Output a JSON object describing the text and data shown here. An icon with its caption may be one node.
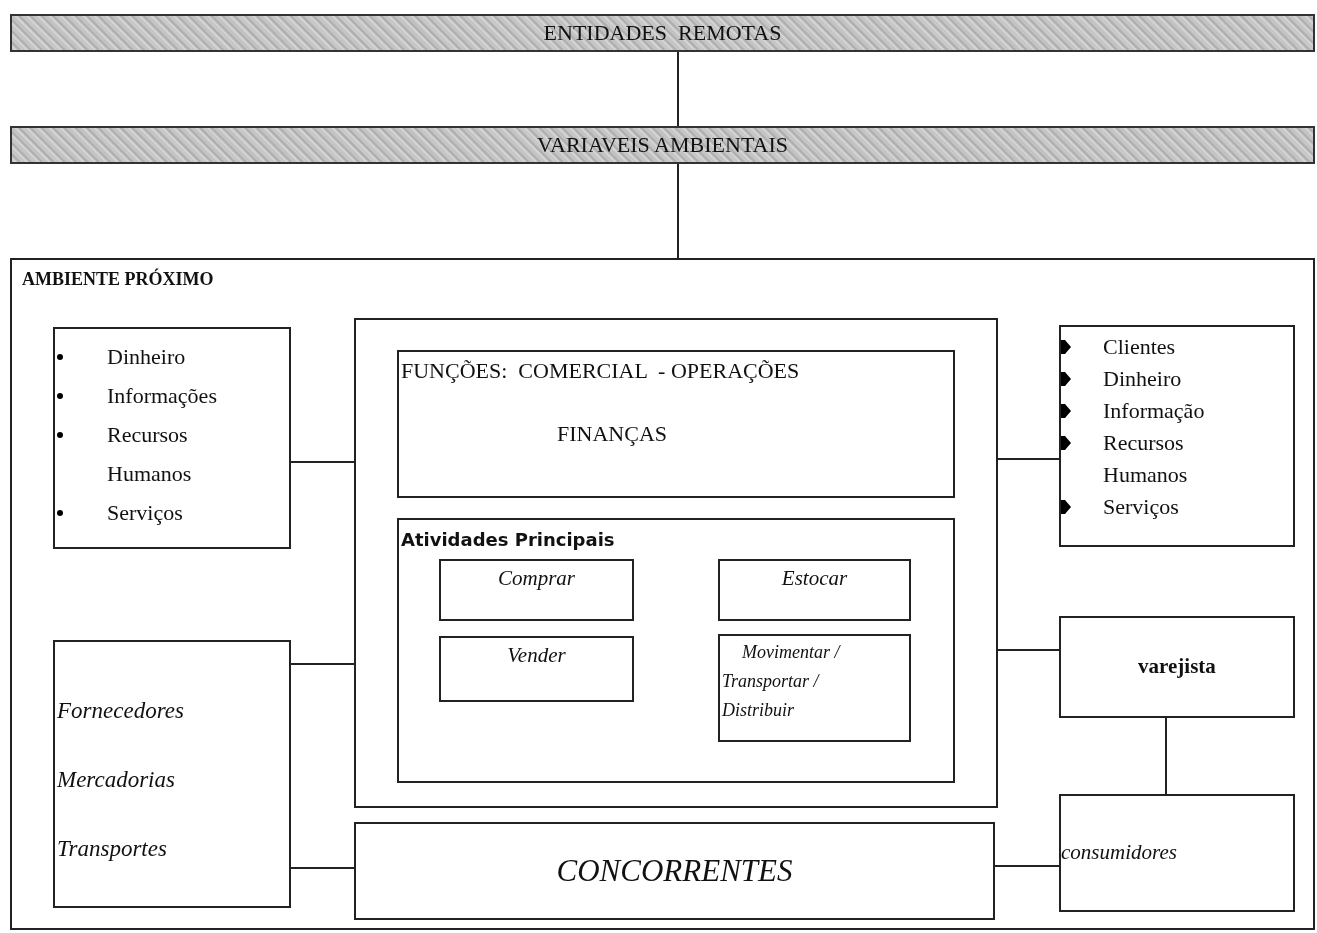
{
  "diagram": {
    "nodes": [
      {
        "text": [
          "ENTIDADES  REMOTAS"
        ]
      },
      {
        "text": [
          "VARIAVEIS AMBIENTAIS"
        ]
      },
      {
        "text": [
          "AMBIENTE PRÓXIMO"
        ]
      },
      {
        "text": [
          "Dinheiro",
          "Informações",
          "Recursos Humanos",
          "Serviços"
        ],
        "in": 2
      },
      {
        "text": [],
        "shape": "box",
        "in": 2
      },
      {
        "text": [
          "FUNÇÕES:  COMERCIAL  - OPERAÇÕES",
          "FINANÇAS"
        ],
        "in": 4
      },
      {
        "text": [
          "Atividades Principais"
        ],
        "in": 4
      },
      {
        "text": [
          "Comprar"
        ],
        "in": 6
      },
      {
        "text": [
          "Estocar"
        ],
        "in": 6
      },
      {
        "text": [
          "Vender"
        ],
        "in": 6
      },
      {
        "text": [
          "Movimentar / Transportar / Distribuir"
        ],
        "in": 6
      },
      {
        "text": [
          "Clientes",
          "Dinheiro",
          "Informação",
          "Recursos Humanos",
          "Serviços"
        ],
        "in": 2
      },
      {
        "text": [
          "Fornecedores",
          "Mercadorias",
          "Transportes"
        ],
        "in": 2
      },
      {
        "text": [
          "varejista"
        ],
        "in": 2
      },
      {
        "text": [
          "CONCORRENTES"
        ],
        "in": 2
      },
      {
        "text": [
          "consumidores"
        ],
        "in": 2
      }
    ],
    "edges": [
      {
        "from": 0,
        "to": 1,
        "arrow": "none"
      },
      {
        "from": 1,
        "to": 2,
        "arrow": "none"
      },
      {
        "from": 3,
        "to": 4,
        "arrow": "none"
      },
      {
        "from": 12,
        "to": 4,
        "arrow": "none"
      },
      {
        "from": 12,
        "to": 14,
        "arrow": "none"
      },
      {
        "from": 4,
        "to": 11,
        "arrow": "none"
      },
      {
        "from": 4,
        "to": 13,
        "arrow": "none"
      },
      {
        "from": 14,
        "to": 15,
        "arrow": "none"
      },
      {
        "from": 13,
        "to": 15,
        "arrow": "none"
      }
    ]
  }
}
